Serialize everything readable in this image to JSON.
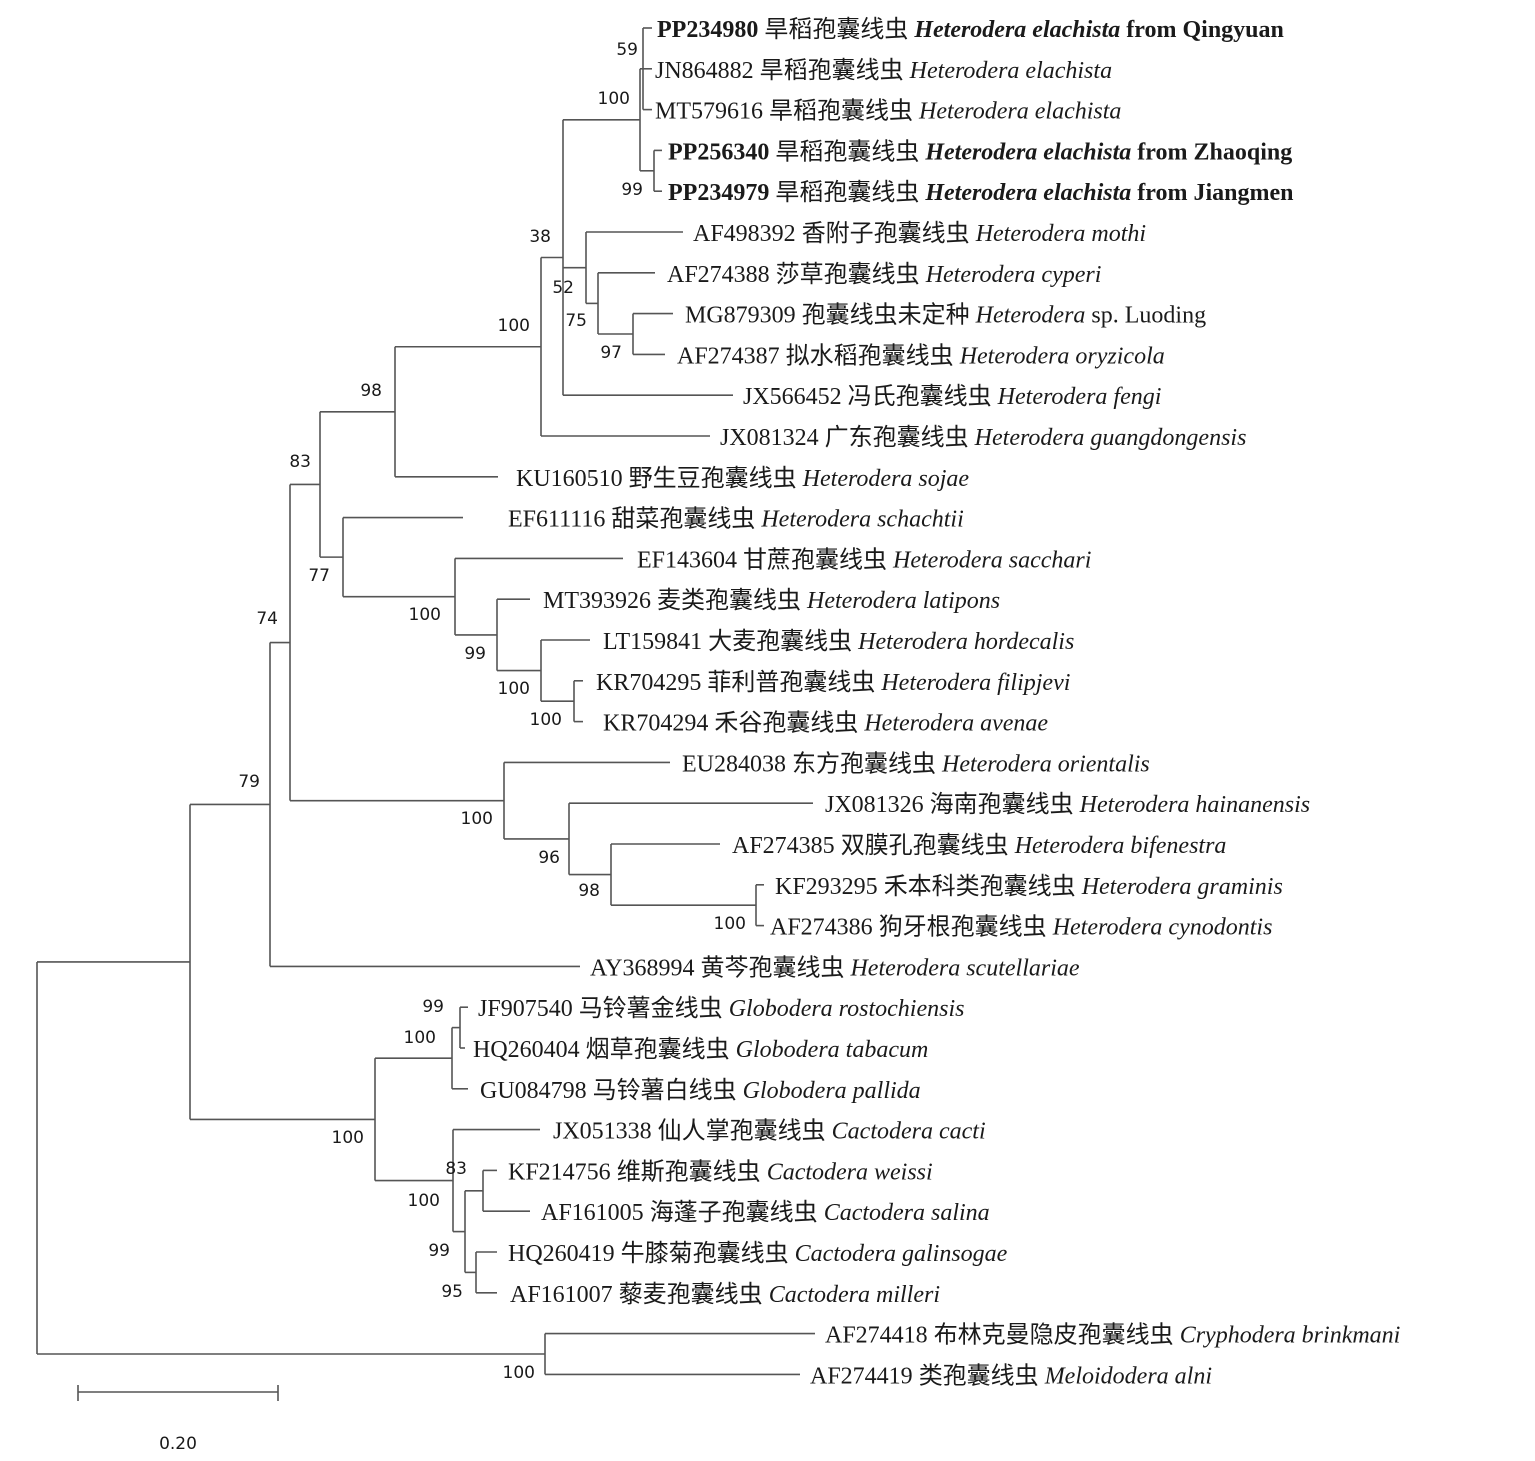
{
  "leaves": [
    {
      "acc": "PP234980",
      "cn": "旱稻孢囊线虫",
      "sci": "Heterodera elachista",
      "suffix": "from Qingyuan",
      "bold": true
    },
    {
      "acc": "JN864882",
      "cn": "旱稻孢囊线虫",
      "sci": "Heterodera elachista",
      "suffix": "",
      "bold": false
    },
    {
      "acc": "MT579616",
      "cn": "旱稻孢囊线虫",
      "sci": "Heterodera elachista",
      "suffix": "",
      "bold": false
    },
    {
      "acc": "PP256340",
      "cn": "旱稻孢囊线虫",
      "sci": "Heterodera elachista",
      "suffix": "from Zhaoqing",
      "bold": true
    },
    {
      "acc": "PP234979",
      "cn": "旱稻孢囊线虫",
      "sci": "Heterodera elachista",
      "suffix": "from Jiangmen",
      "bold": true
    },
    {
      "acc": "AF498392",
      "cn": "香附子孢囊线虫",
      "sci": "Heterodera mothi",
      "suffix": "",
      "bold": false
    },
    {
      "acc": "AF274388",
      "cn": "莎草孢囊线虫",
      "sci": "Heterodera cyperi",
      "suffix": "",
      "bold": false
    },
    {
      "acc": "MG879309",
      "cn": "孢囊线虫未定种",
      "sci": "Heterodera",
      "suffix": "sp. Luoding",
      "bold": false
    },
    {
      "acc": "AF274387",
      "cn": "拟水稻孢囊线虫",
      "sci": "Heterodera oryzicola",
      "suffix": "",
      "bold": false
    },
    {
      "acc": "JX566452",
      "cn": "冯氏孢囊线虫",
      "sci": "Heterodera fengi",
      "suffix": "",
      "bold": false
    },
    {
      "acc": "JX081324",
      "cn": "广东孢囊线虫",
      "sci": "Heterodera guangdongensis",
      "suffix": "",
      "bold": false
    },
    {
      "acc": "KU160510",
      "cn": "野生豆孢囊线虫",
      "sci": "Heterodera sojae",
      "suffix": "",
      "bold": false
    },
    {
      "acc": "EF611116",
      "cn": "甜菜孢囊线虫",
      "sci": "Heterodera schachtii",
      "suffix": "",
      "bold": false
    },
    {
      "acc": "EF143604",
      "cn": "甘蔗孢囊线虫",
      "sci": "Heterodera sacchari",
      "suffix": "",
      "bold": false
    },
    {
      "acc": "MT393926",
      "cn": "麦类孢囊线虫",
      "sci": "Heterodera latipons",
      "suffix": "",
      "bold": false
    },
    {
      "acc": "LT159841",
      "cn": "大麦孢囊线虫",
      "sci": "Heterodera hordecalis",
      "suffix": "",
      "bold": false
    },
    {
      "acc": "KR704295",
      "cn": "菲利普孢囊线虫",
      "sci": "Heterodera filipjevi",
      "suffix": "",
      "bold": false
    },
    {
      "acc": "KR704294",
      "cn": "禾谷孢囊线虫",
      "sci": "Heterodera avenae",
      "suffix": "",
      "bold": false
    },
    {
      "acc": "EU284038",
      "cn": "东方孢囊线虫",
      "sci": "Heterodera orientalis",
      "suffix": "",
      "bold": false
    },
    {
      "acc": "JX081326",
      "cn": "海南孢囊线虫",
      "sci": "Heterodera hainanensis",
      "suffix": "",
      "bold": false
    },
    {
      "acc": "AF274385",
      "cn": "双膜孔孢囊线虫",
      "sci": "Heterodera bifenestra",
      "suffix": "",
      "bold": false
    },
    {
      "acc": "KF293295",
      "cn": "禾本科类孢囊线虫",
      "sci": "Heterodera graminis",
      "suffix": "",
      "bold": false
    },
    {
      "acc": "AF274386",
      "cn": "狗牙根孢囊线虫",
      "sci": "Heterodera cynodontis",
      "suffix": "",
      "bold": false
    },
    {
      "acc": "AY368994",
      "cn": "黄芩孢囊线虫",
      "sci": "Heterodera scutellariae",
      "suffix": "",
      "bold": false
    },
    {
      "acc": "JF907540",
      "cn": "马铃薯金线虫",
      "sci": "Globodera rostochiensis",
      "suffix": "",
      "bold": false
    },
    {
      "acc": "HQ260404",
      "cn": "烟草孢囊线虫",
      "sci": "Globodera tabacum",
      "suffix": "",
      "bold": false
    },
    {
      "acc": "GU084798",
      "cn": "马铃薯白线虫",
      "sci": "Globodera pallida",
      "suffix": "",
      "bold": false
    },
    {
      "acc": "JX051338",
      "cn": "仙人掌孢囊线虫",
      "sci": "Cactodera cacti",
      "suffix": "",
      "bold": false
    },
    {
      "acc": "KF214756",
      "cn": "维斯孢囊线虫",
      "sci": "Cactodera weissi",
      "suffix": "",
      "bold": false
    },
    {
      "acc": "AF161005",
      "cn": "海蓬子孢囊线虫",
      "sci": "Cactodera salina",
      "suffix": "",
      "bold": false
    },
    {
      "acc": "HQ260419",
      "cn": "牛膝菊孢囊线虫",
      "sci": "Cactodera galinsogae",
      "suffix": "",
      "bold": false
    },
    {
      "acc": "AF161007",
      "cn": "藜麦孢囊线虫",
      "sci": "Cactodera milleri",
      "suffix": "",
      "bold": false
    },
    {
      "acc": "AF274418",
      "cn": "布林克曼隐皮孢囊线虫",
      "sci": "Cryphodera brinkmani",
      "suffix": "",
      "bold": false
    },
    {
      "acc": "AF274419",
      "cn": "类孢囊线虫",
      "sci": "Meloidodera alni",
      "suffix": "",
      "bold": false
    }
  ],
  "support": {
    "nA": "59",
    "nB": "99",
    "nC": "100",
    "nD": "52",
    "nE": "75",
    "nF": "97",
    "nG": "38",
    "nH": "100",
    "nI": "98",
    "nJ": "77",
    "nK": "100",
    "nL": "99",
    "nM": "100",
    "nN": "100",
    "nO": "83",
    "nP": "100",
    "nQ": "96",
    "nR": "98",
    "nS": "100",
    "nT": "74",
    "nU": "79",
    "nV": "99",
    "nW": "100",
    "nX": "83",
    "nY": "95",
    "nZ": "99",
    "nAA": "100",
    "nAB": "100",
    "nAD": "100"
  },
  "scale_bar": {
    "label": "0.20",
    "value": 0.2
  }
}
